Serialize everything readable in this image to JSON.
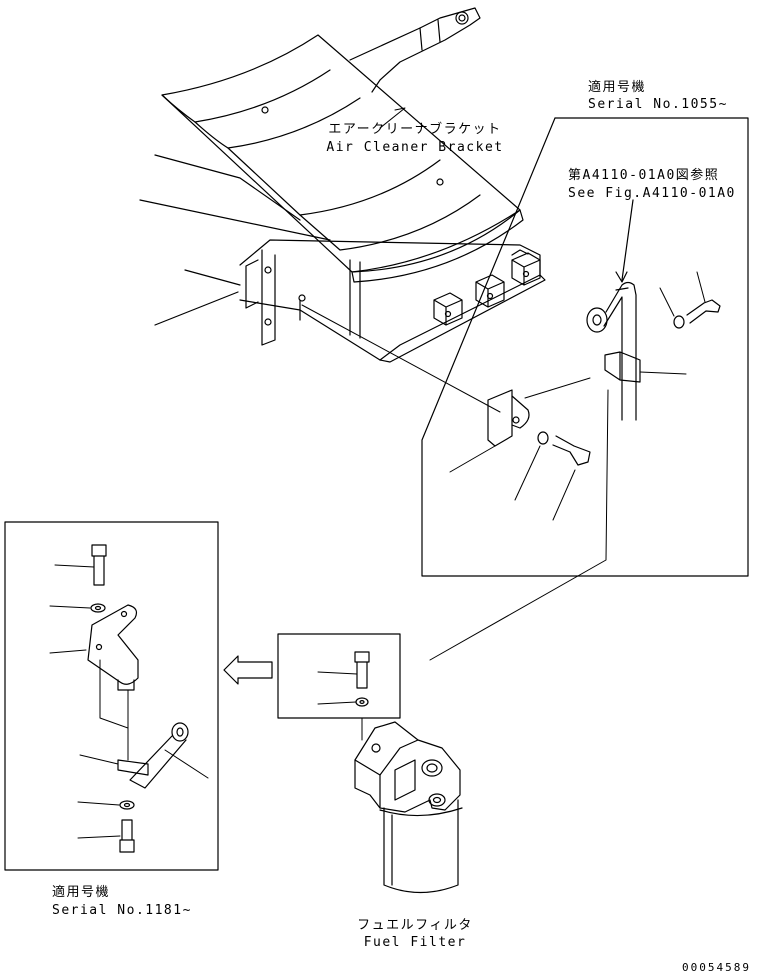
{
  "labels": {
    "serial_top_jp": "適用号機",
    "serial_top_en": "Serial No.1055~",
    "bracket_jp": "エアークリーナブラケット",
    "bracket_en": "Air Cleaner Bracket",
    "see_fig_jp": "第A4110-01A0図参照",
    "see_fig_en": "See Fig.A4110-01A0",
    "serial_left_jp": "適用号機",
    "serial_left_en": "Serial No.1181~",
    "fuel_filter_jp": "フュエルフィルタ",
    "fuel_filter_en": "Fuel Filter",
    "drawing_number": "00054589"
  },
  "colors": {
    "line": "#000000",
    "background": "#ffffff"
  }
}
